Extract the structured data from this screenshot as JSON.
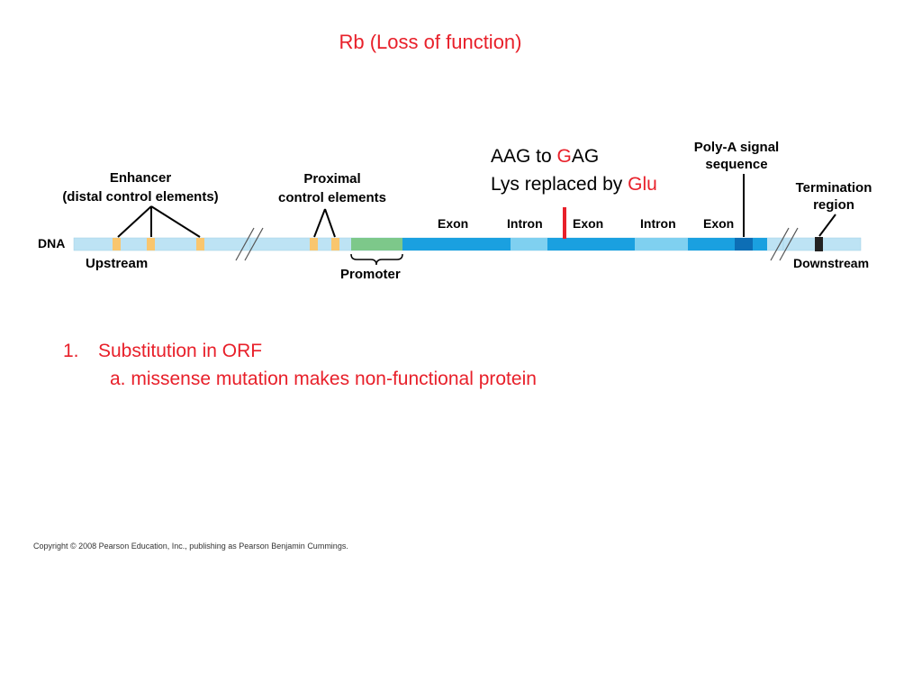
{
  "title": "Rb (Loss of function)",
  "diagram": {
    "labels": {
      "enhancer_line1": "Enhancer",
      "enhancer_line2": "(distal control elements)",
      "proximal_line1": "Proximal",
      "proximal_line2": "control elements",
      "polya_line1": "Poly-A signal",
      "polya_line2": "sequence",
      "termination_line1": "Termination",
      "termination_line2": "region",
      "dna": "DNA",
      "upstream": "Upstream",
      "downstream": "Downstream",
      "promoter": "Promoter",
      "exon1": "Exon",
      "intron1": "Intron",
      "exon2": "Exon",
      "intron2": "Intron",
      "exon3": "Exon"
    },
    "mutation": {
      "line1_prefix": "AAG to ",
      "line1_highlight": "G",
      "line1_suffix": "AG",
      "line2_prefix": "Lys replaced by ",
      "line2_highlight": "Glu"
    },
    "colors": {
      "dna_strand": "#bde3f4",
      "control_element": "#f9c66e",
      "promoter": "#7dc88a",
      "exon": "#1aa0e0",
      "intron": "#7fd0f0",
      "polya": "#0d6eb5",
      "termination": "#222222",
      "mutation": "#e8202a"
    }
  },
  "notes": {
    "item1_number": "1.",
    "item1_text": "Substitution in ORF",
    "item1_sub": "a. missense mutation makes non-functional protein"
  },
  "copyright": "Copyright © 2008 Pearson Education, Inc., publishing as Pearson Benjamin Cummings."
}
